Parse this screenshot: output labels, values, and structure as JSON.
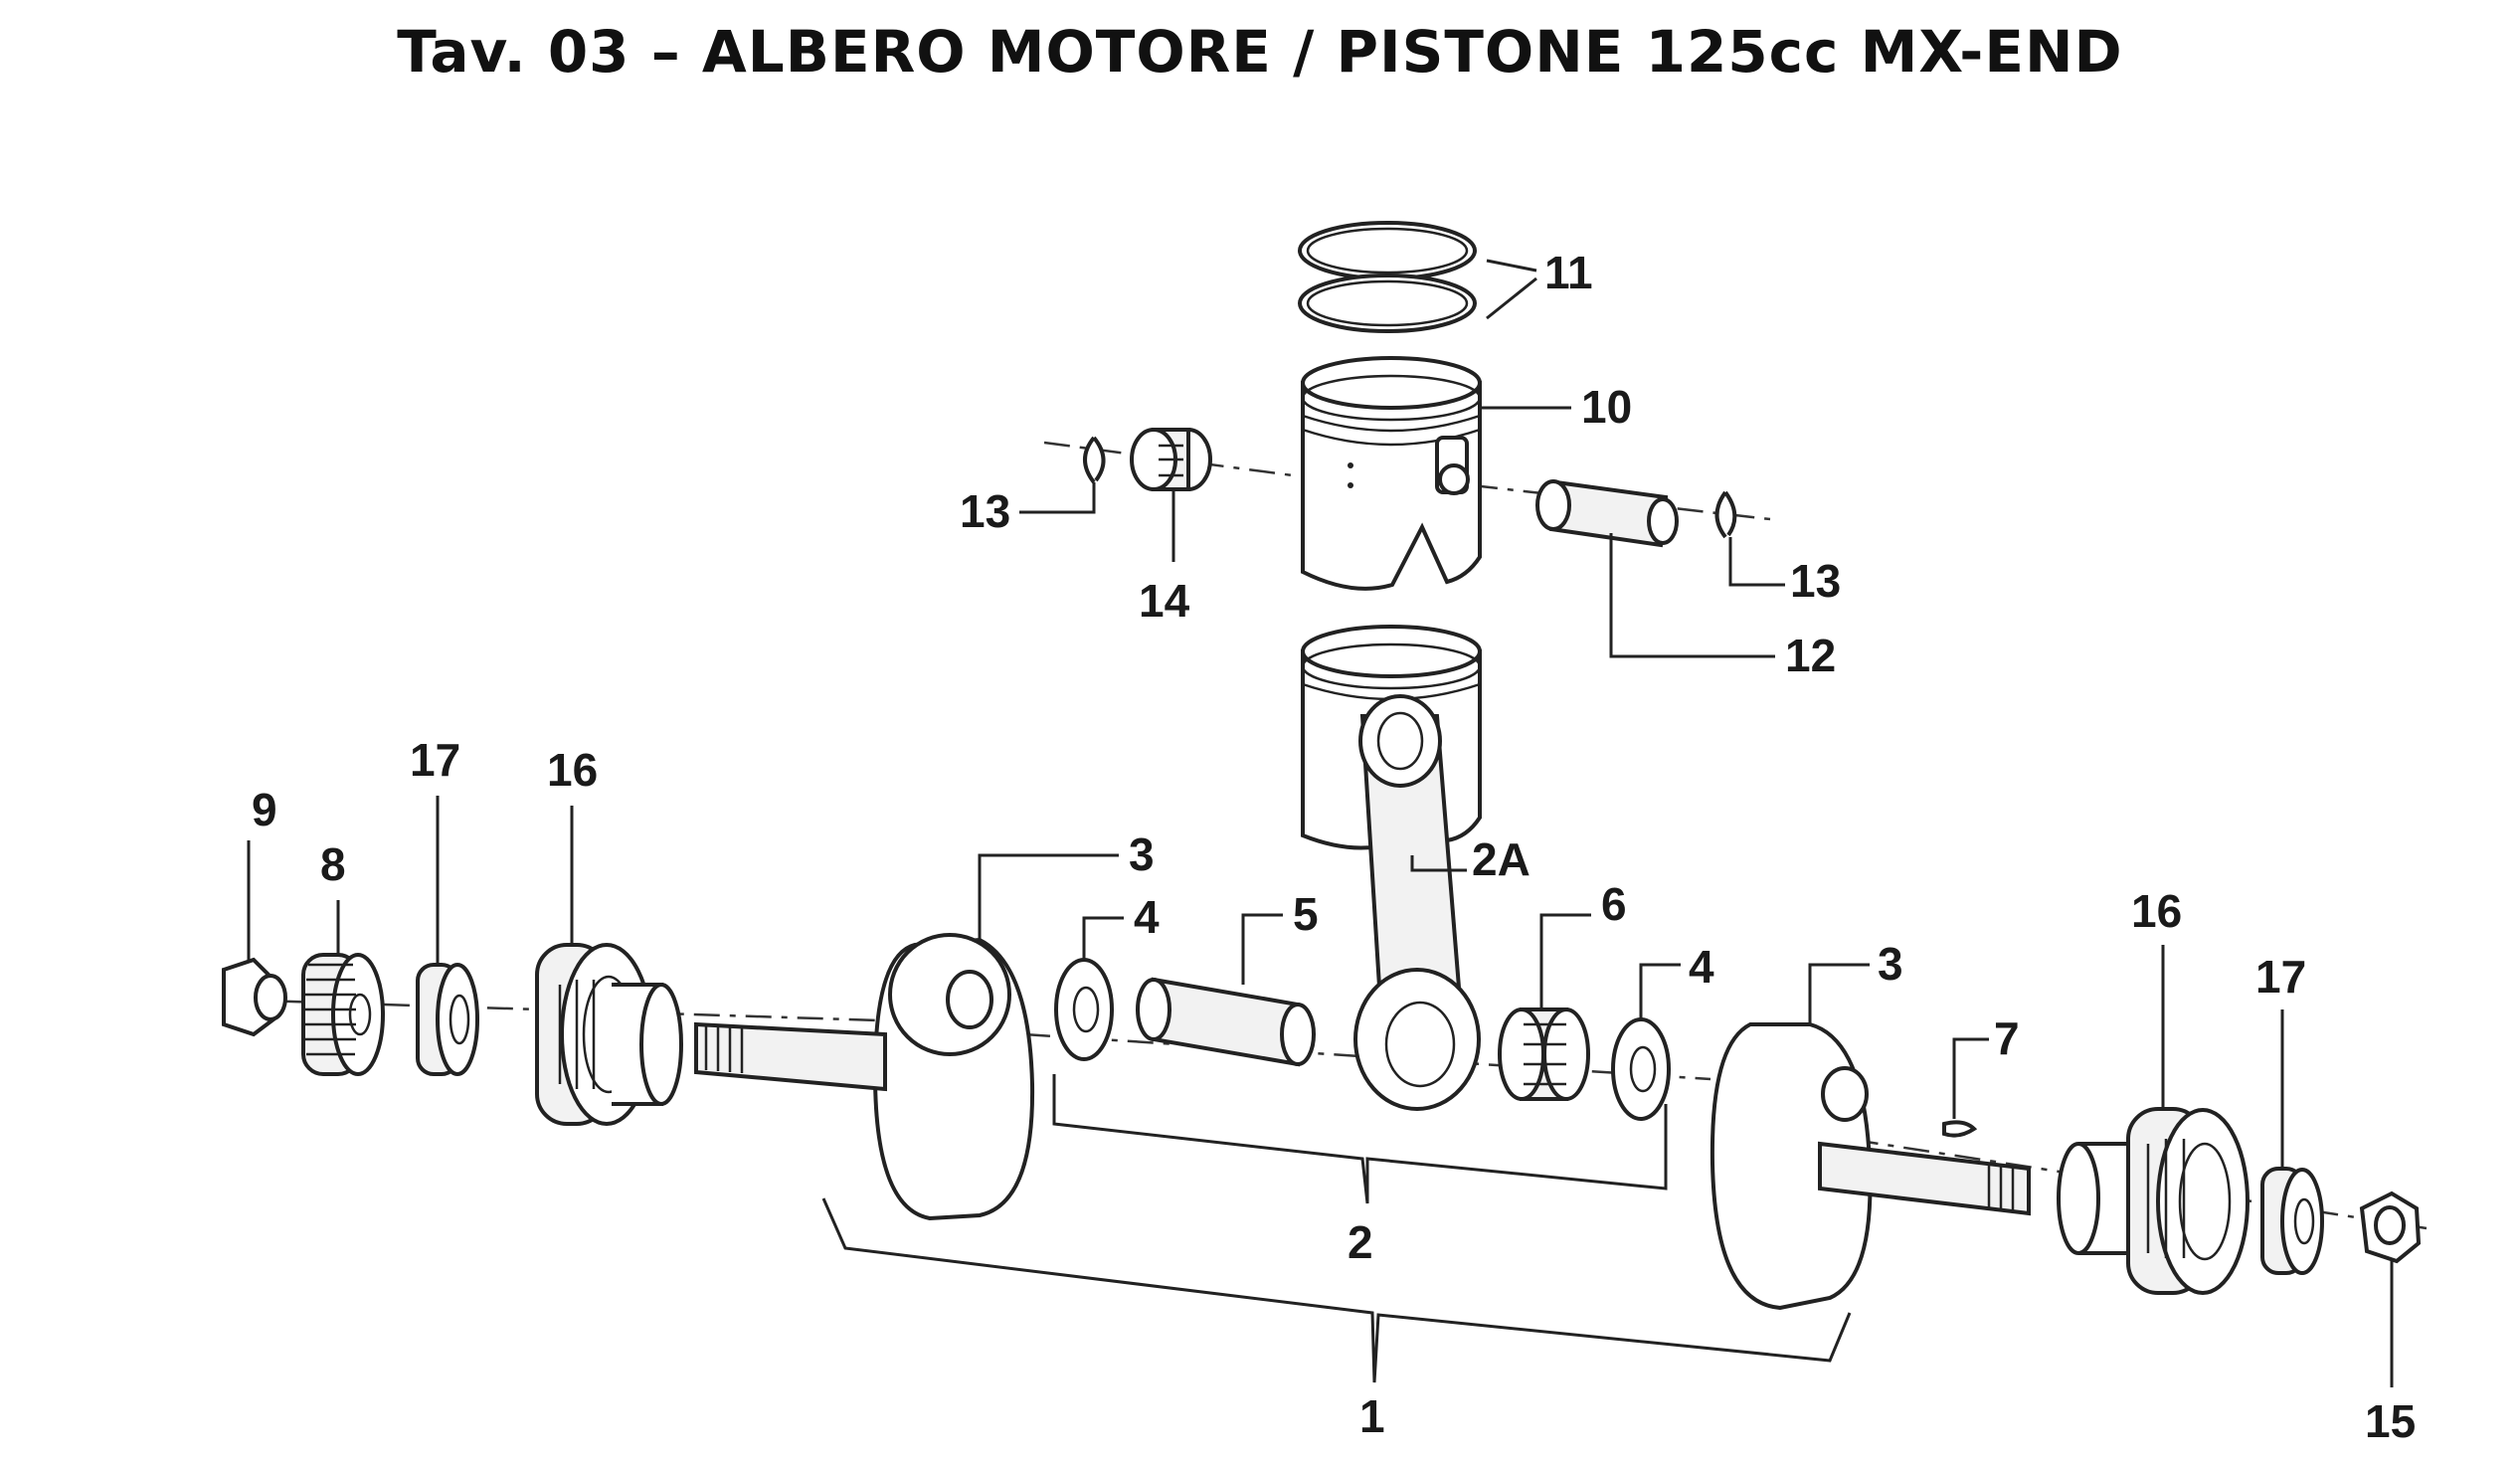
{
  "title": "Tav. 03 – ALBERO MOTORE / PISTONE  125cc MX-END",
  "callouts": {
    "c1": "1",
    "c2": "2",
    "c2a": "2A",
    "c3a": "3",
    "c3b": "3",
    "c4a": "4",
    "c4b": "4",
    "c5": "5",
    "c6": "6",
    "c7": "7",
    "c8": "8",
    "c9": "9",
    "c10": "10",
    "c11": "11",
    "c12": "12",
    "c13a": "13",
    "c13b": "13",
    "c14": "14",
    "c15": "15",
    "c16a": "16",
    "c16b": "16",
    "c17a": "17",
    "c17b": "17"
  }
}
